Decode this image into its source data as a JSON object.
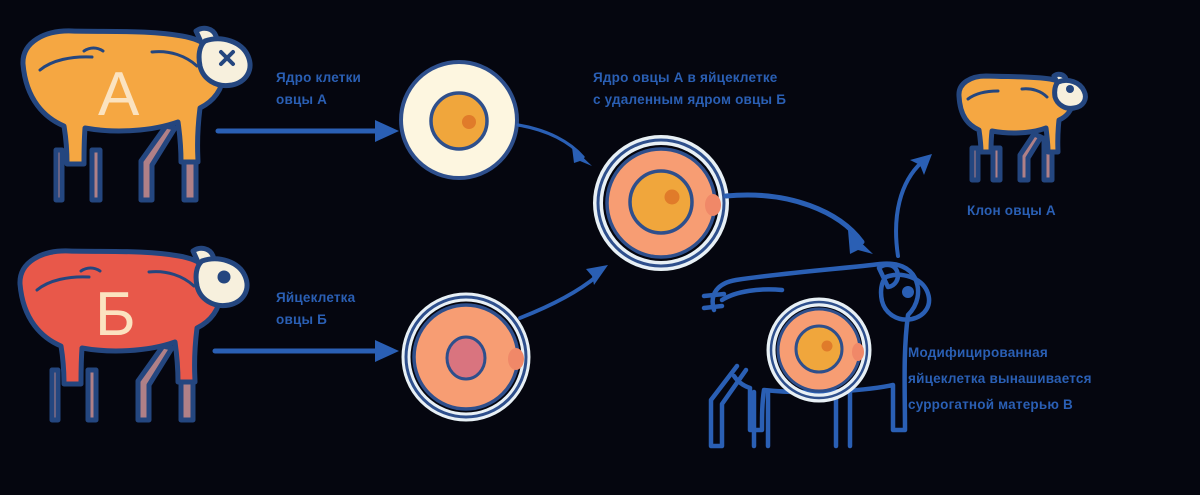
{
  "diagram": {
    "title": "Cloning process diagram",
    "background_color": "#05060f"
  },
  "colors": {
    "background": "#05060f",
    "label_text": "#2a5fb4",
    "sheep_a_body": "#f5a742",
    "sheep_b_body": "#e8584a",
    "outline": "#24467f",
    "leg": "#b08087",
    "face": "#f7f0dd",
    "nucleus_cell_fill": "#fdf6e0",
    "nucleus_orange": "#f0a63c",
    "cytoplasm_salmon": "#f79d73",
    "egg_nucleus_rose": "#d9747f",
    "halo": "#e8f0f5",
    "letter": "#fbe3c0"
  },
  "sheep": {
    "donor": {
      "letter": "А",
      "name": "sheep-a-donor",
      "eye_type": "x-eye"
    },
    "egg_donor": {
      "letter": "Б",
      "name": "sheep-b-egg-donor",
      "eye_type": "dot-eye"
    },
    "clone": {
      "name": "cloned-sheep",
      "eye_type": "dot-eye"
    },
    "surrogate": {
      "name": "surrogate-mother-sheep",
      "eye_type": "dot-eye"
    }
  },
  "labels": {
    "nucleus_of_a": {
      "line1": "Ядро клетки",
      "line2": "овцы А"
    },
    "egg_of_b": {
      "line1": "Яйцеклетка",
      "line2": "овцы Б"
    },
    "fused_cell": {
      "line1": "Ядро овцы А в яйцеклетке",
      "line2": "с удаленным ядром овцы Б"
    },
    "clone": {
      "line1": "Клон овцы А"
    },
    "surrogate": {
      "line1": "Модифицированная",
      "line2": "яйцеклетка вынашивается",
      "line3": "суррогатной матерью В"
    }
  },
  "cells": {
    "nucleus_cell": {
      "name": "nucleus-cell-of-sheep-a",
      "outer_fill": "#fdf6e0",
      "inner_fill": "#f0a63c"
    },
    "egg_cell": {
      "name": "egg-cell-of-sheep-b",
      "cytoplasm": "#f79d73",
      "nucleus": "#d9747f"
    },
    "fused_cell": {
      "name": "fused-modified-egg-cell",
      "cytoplasm": "#f79d73",
      "nucleus": "#f0a63c"
    },
    "embryo_cell": {
      "name": "embryo-cell-in-surrogate",
      "cytoplasm": "#f79d73",
      "nucleus": "#f0a63c"
    }
  },
  "arrows": [
    {
      "name": "arrow-a-to-nucleus",
      "style": "straight"
    },
    {
      "name": "arrow-b-to-egg",
      "style": "straight"
    },
    {
      "name": "arrow-nucleus-to-fused",
      "style": "curved"
    },
    {
      "name": "arrow-egg-to-fused",
      "style": "curved"
    },
    {
      "name": "arrow-fused-to-surrogate",
      "style": "curved-thick"
    },
    {
      "name": "arrow-surrogate-to-clone",
      "style": "curved-up"
    }
  ]
}
